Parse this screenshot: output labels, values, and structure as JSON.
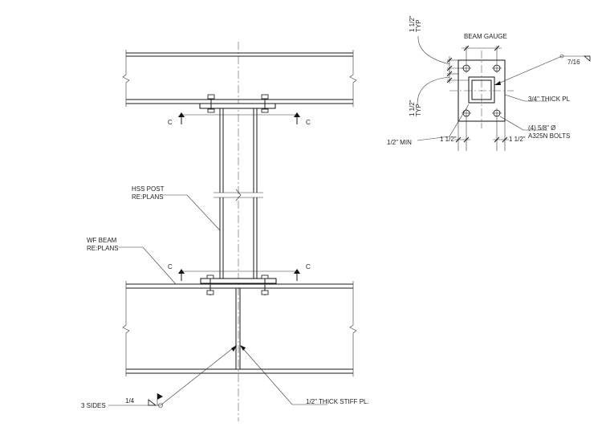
{
  "drawing": {
    "elevation": {
      "section_marker": "C",
      "hss_post_label": [
        "HSS POST",
        "RE:PLANS"
      ],
      "wf_beam_label": [
        "WF BEAM",
        "RE:PLANS"
      ],
      "stiffener_label": "1/2\" THICK STIFF PL.",
      "weld_sides": "3 SIDES",
      "weld_size": "1/4"
    },
    "plan_detail": {
      "edge_typ": [
        "1 1/2\"",
        "TYP"
      ],
      "edge_typ_left": [
        "1 1/2\"",
        "TYP"
      ],
      "beam_gauge": "BEAM GAUGE",
      "weld_size": "7/16",
      "plate_label": "3/4\" THICK PL",
      "bolts_label": [
        "(4) 5/8\" Ø",
        "A325N BOLTS"
      ],
      "min_label": "1/2\" MIN",
      "dim_left": "1 1/2\"",
      "dim_right": "1 1/2\""
    }
  }
}
